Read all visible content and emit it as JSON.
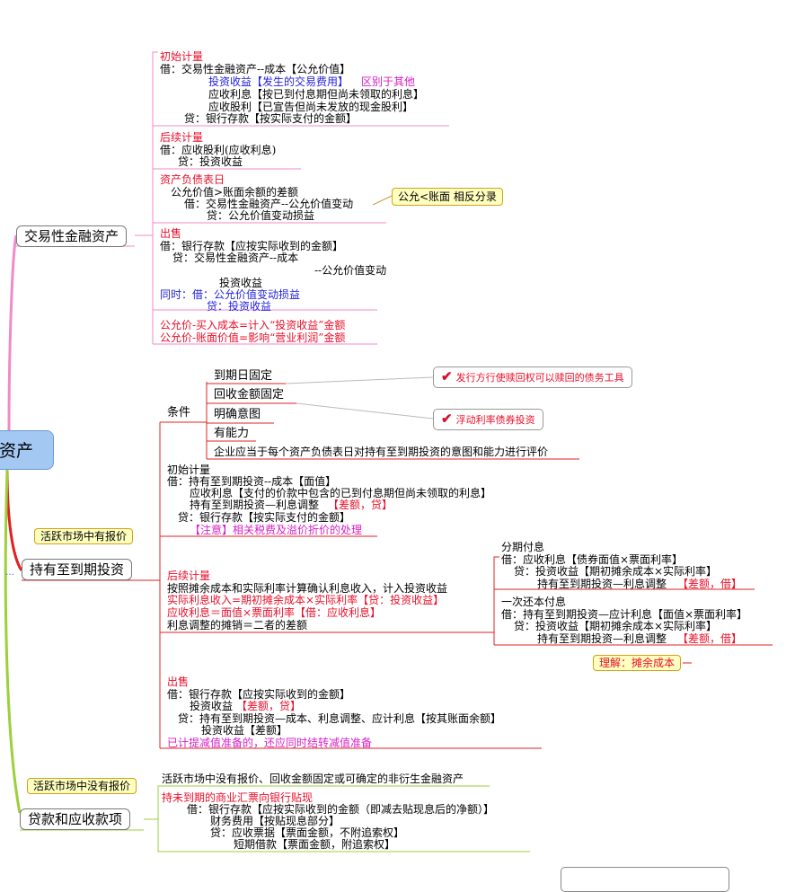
{
  "root": {
    "label": "资产"
  },
  "branches": {
    "trading": {
      "label": "交易性金融资产"
    },
    "htm": {
      "label": "持有至到期投资"
    },
    "loans": {
      "label": "贷款和应收款项"
    }
  },
  "callouts": {
    "active_market": "活跃市场中有报价",
    "no_active_market": "活跃市场中没有报价",
    "fair_vs_book": "公允<账面 相反分录",
    "amortized": "理解：摊余成本",
    "issuer_redeem": "发行方行使赎回权可以赎回的债务工具",
    "floating_rate": "浮动利率债券投资"
  },
  "trading": {
    "initial": {
      "title": "初始计量",
      "l1": "借：交易性金融资产--成本【公允价值】",
      "l2a": "投资收益【发生的交易费用】",
      "l2b": "区别于其他",
      "l3": "应收利息【按已到付息期但尚未领取的利息】",
      "l4": "应收股利【已宣告但尚未发放的现金股利】",
      "l5": "贷：银行存款【按实际支付的金额】"
    },
    "subsequent": {
      "title": "后续计量",
      "l1": "借：应收股利(应收利息)",
      "l2": "贷：投资收益"
    },
    "balance": {
      "title": "资产负债表日",
      "l1": "公允价值>账面余额的差额",
      "l2": "借：交易性金融资产--公允价值变动",
      "l3": "贷：公允价值变动损益"
    },
    "sale": {
      "title": "出售",
      "l1": "借：银行存款【应按实际收到的金额】",
      "l2": "贷：交易性金融资产--成本",
      "l3": "--公允价值变动",
      "l4": "投资收益",
      "l5": "同时：借：公允价值变动损益",
      "l6": "贷：投资收益"
    },
    "formula1": "公允价-买入成本=计入“投资收益”金额",
    "formula2": "公允价-账面价值=影响“营业利润”金额"
  },
  "htm": {
    "conditions": {
      "title": "条件",
      "items": [
        "到期日固定",
        "回收金额固定",
        "明确意图",
        "有能力"
      ],
      "note": "企业应当于每个资产负债表日对持有至到期投资的意图和能力进行评价"
    },
    "initial": {
      "title": "初始计量",
      "l1": "借：持有至到期投资--成本【面值】",
      "l2": "应收利息【支付的价款中包含的已到付息期但尚未领取的利息】",
      "l3a": "持有至到期投资—利息调整",
      "l3b": "【差额，贷】",
      "l4": "贷：银行存款【按实际支付的金额】",
      "l5": "【注意】相关税费及溢价折价的处理"
    },
    "subsequent": {
      "title": "后续计量",
      "l1": "按照摊余成本和实际利率计算确认利息收入，计入投资收益",
      "l2": "实际利息收入=期初摊余成本×实际利率【贷：投资收益】",
      "l3": "应收利息＝面值×票面利率【借：应收利息】",
      "l4": "利息调整的摊销＝二者的差额"
    },
    "installment": {
      "title": "分期付息",
      "l1": "借：应收利息【债券面值×票面利率】",
      "l2": "贷：投资收益【期初摊余成本×实际利率】",
      "l3a": "持有至到期投资—利息调整",
      "l3b": "【差额，借】"
    },
    "lump": {
      "title": "一次还本付息",
      "l1": "借：持有至到期投资—应计利息【面值×票面利率】",
      "l2": "贷：投资收益【期初摊余成本×实际利率】",
      "l3a": "持有至到期投资—利息调整",
      "l3b": "【差额，借】"
    },
    "sale": {
      "title": "出售",
      "l1": "借：银行存款【应按实际收到的金额】",
      "l2a": "投资收益",
      "l2b": "【差额，贷】",
      "l3": "贷：持有至到期投资—成本、利息调整、应计利息【按其账面余额】",
      "l4": "投资收益【差额】",
      "l5": "已计提减值准备的，还应同时结转减值准备"
    }
  },
  "loans": {
    "l0": "活跃市场中没有报价、回收金额固定或可确定的非衍生金融资产",
    "title": "持未到期的商业汇票向银行贴现",
    "l1": "借：银行存款【应按实际收到的金额（即减去贴现息后的净额）】",
    "l2": "财务费用【按贴现息部分】",
    "l3": "贷：应收票据【票面金额，不附追索权】",
    "l4": "短期借款【票面金额，附追索权】"
  },
  "colors": {
    "trading_branch": "#f08ac8",
    "htm_branch": "#e02020",
    "loans_branch": "#9ccf3a"
  }
}
